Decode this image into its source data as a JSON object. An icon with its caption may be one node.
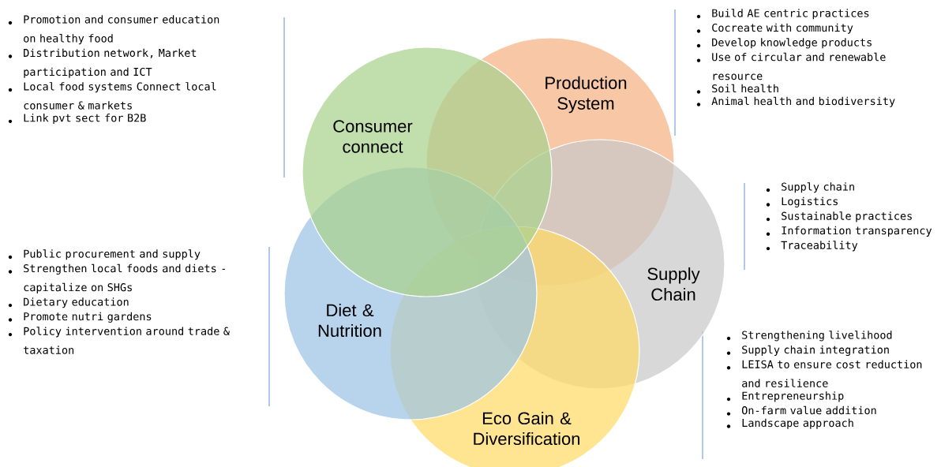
{
  "diagram": {
    "nodes": [
      {
        "text": [
          "Consumer connect"
        ]
      },
      {
        "text": [
          "Production System"
        ]
      },
      {
        "text": [
          "Supply Chain"
        ]
      },
      {
        "text": [
          "Diet & Nutrition"
        ]
      },
      {
        "text": [
          "Eco Gain & Diversification"
        ]
      }
    ],
    "labels": [
      "Promotion and consumer education on healthy food",
      "Distribution network, Market participation and ICT",
      "Local food systems Connect local consumer & markets",
      "Link pvt sect for B2B",
      "Build AE centric practices",
      "Cocreate with community",
      "Develop knowledge products",
      "Use of circular and renewable resource",
      "Soil health",
      "Animal health and biodiversity",
      "Supply chain",
      "Logistics",
      "Sustainable practices",
      "Information transparency",
      "Traceability",
      "Public procurement and supply",
      "Strengthen local foods and diets - capitalize on SHGs",
      "Dietary education",
      "Promote nutri gardens",
      "Policy intervention around trade & taxation",
      "Strengthening livelihood",
      "Supply chain integration",
      "LEISA to ensure cost reduction and resilience",
      "Entrepreneurship",
      "On-farm value addition",
      "Landscape approach"
    ]
  }
}
